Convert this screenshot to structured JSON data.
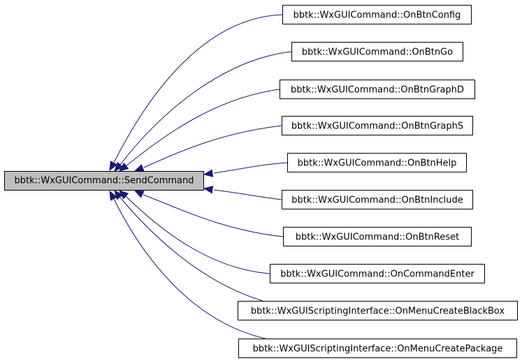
{
  "diagram": {
    "type": "caller-graph",
    "colors": {
      "edge": "#191970",
      "root_fill": "#bfbfbf",
      "node_fill": "#ffffff",
      "node_border": "#000000"
    },
    "root": {
      "label": "bbtk::WxGUICommand::SendCommand"
    },
    "callers": [
      {
        "label": "bbtk::WxGUICommand::OnBtnConfig"
      },
      {
        "label": "bbtk::WxGUICommand::OnBtnGo"
      },
      {
        "label": "bbtk::WxGUICommand::OnBtnGraphD"
      },
      {
        "label": "bbtk::WxGUICommand::OnBtnGraphS"
      },
      {
        "label": "bbtk::WxGUICommand::OnBtnHelp"
      },
      {
        "label": "bbtk::WxGUICommand::OnBtnInclude"
      },
      {
        "label": "bbtk::WxGUICommand::OnBtnReset"
      },
      {
        "label": "bbtk::WxGUICommand::OnCommandEnter"
      },
      {
        "label": "bbtk::WxGUIScriptingInterface::OnMenuCreateBlackBox"
      },
      {
        "label": "bbtk::WxGUIScriptingInterface::OnMenuCreatePackage"
      }
    ]
  }
}
